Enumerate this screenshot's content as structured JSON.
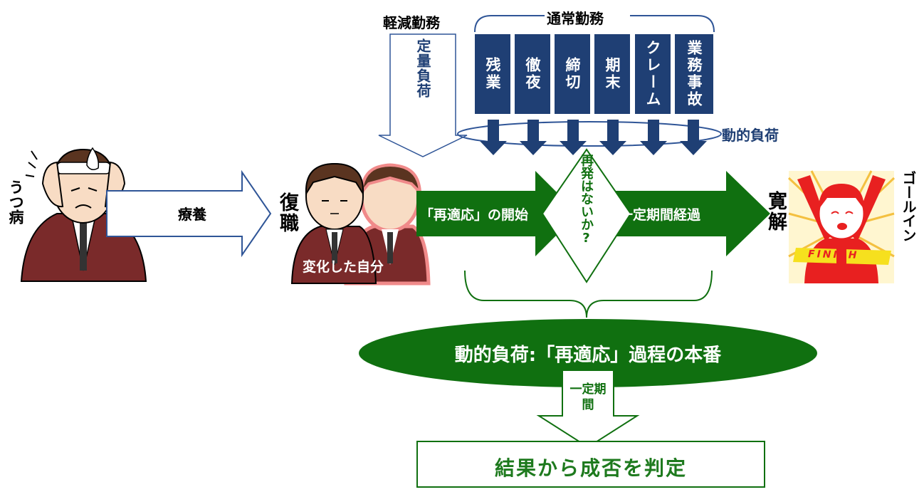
{
  "left_figure": {
    "label": "うつ病"
  },
  "rest_arrow": {
    "label": "療養"
  },
  "return_label": "復職",
  "changed_self": "変化した自分",
  "light_duty": {
    "heading": "軽減勤務",
    "box": "定量負荷"
  },
  "normal_duty": {
    "heading": "通常勤務",
    "items": [
      "残業",
      "徹夜",
      "締切",
      "期末",
      "クレーム",
      "業務事故"
    ],
    "dynamic_label": "動的負荷"
  },
  "flow": {
    "start": "「再適応」の開始",
    "diamond": "再発はないか?",
    "period": "一定期間経過"
  },
  "resolution": "寛解",
  "goal": {
    "label": "ゴールイン",
    "banner": "FINISH"
  },
  "ellipse": "動的負荷:「再適応」過程の本番",
  "down_arrow": "一定期間",
  "result_box": "結果から成否を判定",
  "colors": {
    "navy": "#1f3f74",
    "green": "#107010",
    "result_text": "#1e7a1e",
    "pink": "#f08a8a",
    "red": "#d81818"
  }
}
